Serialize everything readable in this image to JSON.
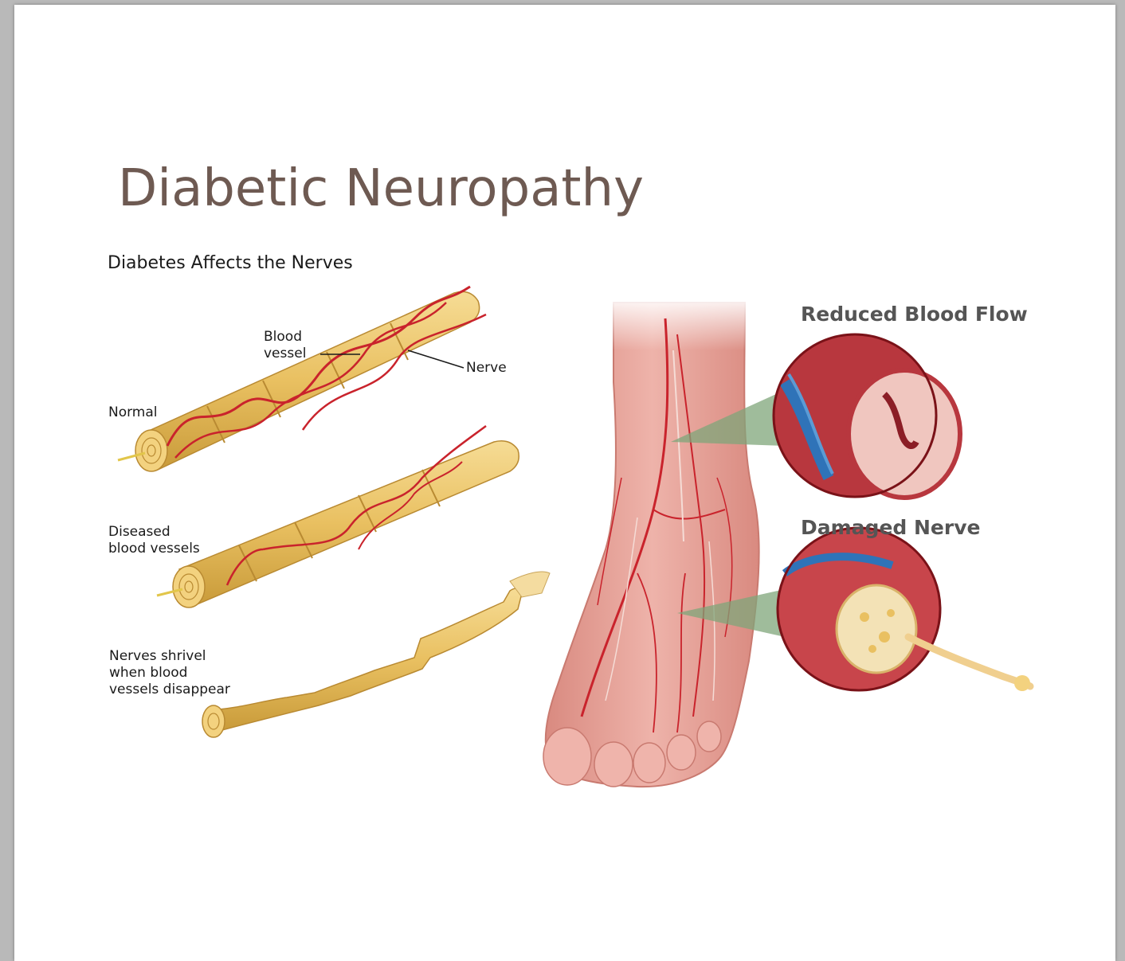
{
  "title": "Diabetic Neuropathy",
  "subtitle": "Diabetes Affects the Nerves",
  "labels": {
    "blood_vessel": "Blood\nvessel",
    "nerve": "Nerve",
    "normal": "Normal",
    "diseased": "Diseased\nblood vessels",
    "shrivel": "Nerves shrivel\nwhen blood\nvessels disappear"
  },
  "callouts": {
    "reduced_blood_flow": "Reduced Blood Flow",
    "damaged_nerve": "Damaged Nerve"
  },
  "colors": {
    "title": "#6e5a52",
    "nerve_fill": "#e9c061",
    "vessel": "#c9232c",
    "skin": "#e9a29a",
    "vein": "#2f73b8",
    "callout_cone": "#7fa57a"
  }
}
